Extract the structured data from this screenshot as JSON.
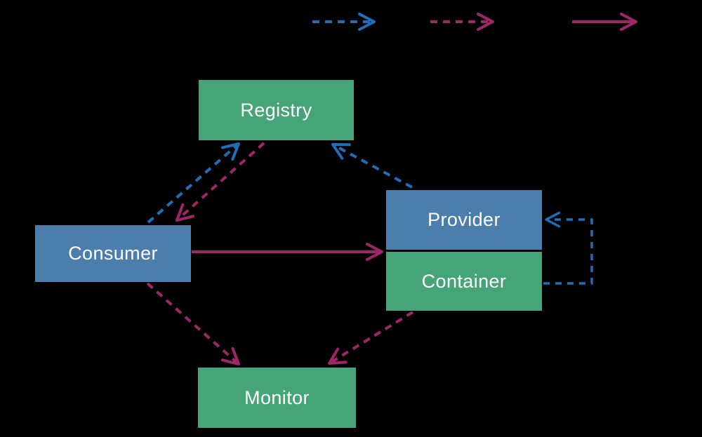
{
  "diagram": {
    "background": "#000000",
    "nodes": {
      "registry": {
        "label": "Registry",
        "fill": "#46a578",
        "text_color": "#ffffff"
      },
      "consumer": {
        "label": "Consumer",
        "fill": "#4b7dad",
        "text_color": "#ffffff"
      },
      "provider": {
        "label": "Provider",
        "fill": "#4b7dad",
        "text_color": "#ffffff"
      },
      "container": {
        "label": "Container",
        "fill": "#46a578",
        "text_color": "#ffffff"
      },
      "monitor": {
        "label": "Monitor",
        "fill": "#46a578",
        "text_color": "#ffffff"
      }
    },
    "colors": {
      "blue_arrow": "#1e6fb8",
      "magenta_arrow": "#a02569"
    },
    "legend": {
      "items": [
        {
          "name": "blue-dashed-arrow",
          "style": "dashed",
          "color": "#1e6fb8"
        },
        {
          "name": "magenta-dashed-arrow",
          "style": "dashed",
          "color": "#a02569"
        },
        {
          "name": "magenta-solid-arrow",
          "style": "solid",
          "color": "#a02569"
        }
      ]
    },
    "edges": [
      {
        "name": "consumer-to-registry",
        "style": "dashed",
        "color": "#1e6fb8"
      },
      {
        "name": "registry-to-consumer",
        "style": "dashed",
        "color": "#a02569"
      },
      {
        "name": "provider-to-registry",
        "style": "dashed",
        "color": "#1e6fb8"
      },
      {
        "name": "consumer-to-provider",
        "style": "solid",
        "color": "#a02569"
      },
      {
        "name": "consumer-to-monitor",
        "style": "dashed",
        "color": "#a02569"
      },
      {
        "name": "container-to-monitor",
        "style": "dashed",
        "color": "#a02569"
      },
      {
        "name": "container-to-provider-start-loop",
        "style": "dashed",
        "color": "#1e6fb8"
      }
    ]
  }
}
